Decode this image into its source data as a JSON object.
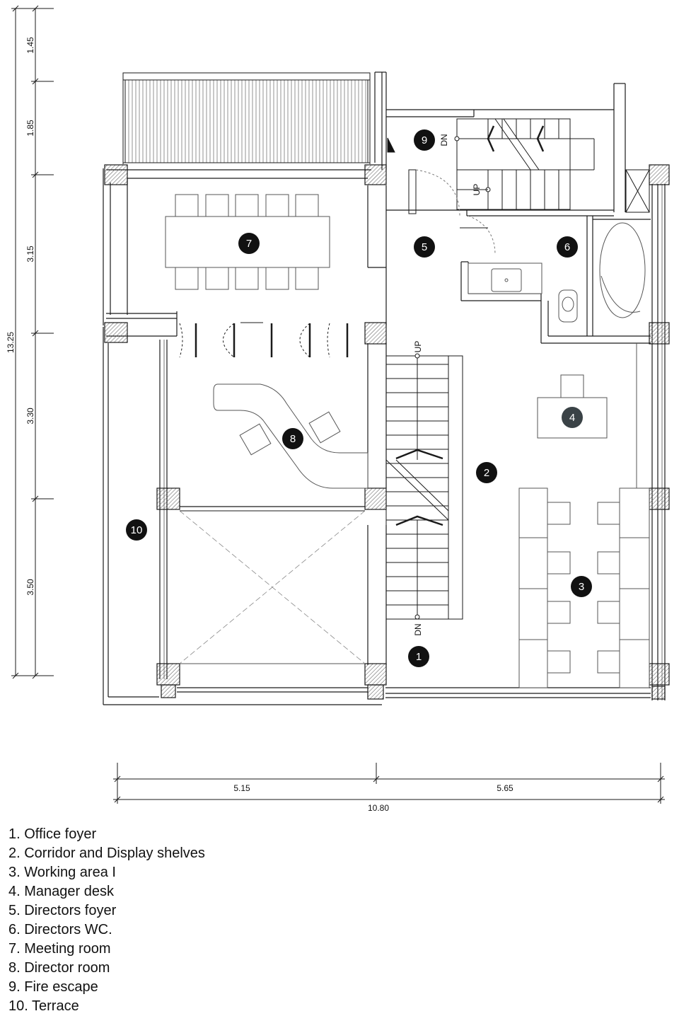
{
  "dimensions": {
    "vertical": [
      "1.45",
      "1.85",
      "3.15",
      "3.30",
      "3.50"
    ],
    "vertical_total": "13.25",
    "horizontal": [
      "5.15",
      "5.65"
    ],
    "horizontal_total": "10.80"
  },
  "rooms": [
    {
      "number": "1",
      "name": "Office foyer"
    },
    {
      "number": "2",
      "name": "Corridor and Display shelves"
    },
    {
      "number": "3",
      "name": "Working area I"
    },
    {
      "number": "4",
      "name": "Manager desk"
    },
    {
      "number": "5",
      "name": "Directors foyer"
    },
    {
      "number": "6",
      "name": "Directors WC."
    },
    {
      "number": "7",
      "name": "Meeting room"
    },
    {
      "number": "8",
      "name": "Director room"
    },
    {
      "number": "9",
      "name": "Fire escape"
    },
    {
      "number": "10",
      "name": "Terrace"
    }
  ],
  "legend": [
    "1. Office foyer",
    "2. Corridor and Display shelves",
    "3. Working area I",
    "4. Manager desk",
    "5. Directors foyer",
    "6. Directors WC.",
    "7. Meeting room",
    "8. Director room",
    "9. Fire escape",
    "10. Terrace"
  ],
  "stair_labels": {
    "up": "UP",
    "down": "DN"
  },
  "colors": {
    "line": "#1a1a1a",
    "light_line": "#888888",
    "marker": "#111111",
    "marker_manager": "#3a4246",
    "column_hatch": "#555555"
  }
}
